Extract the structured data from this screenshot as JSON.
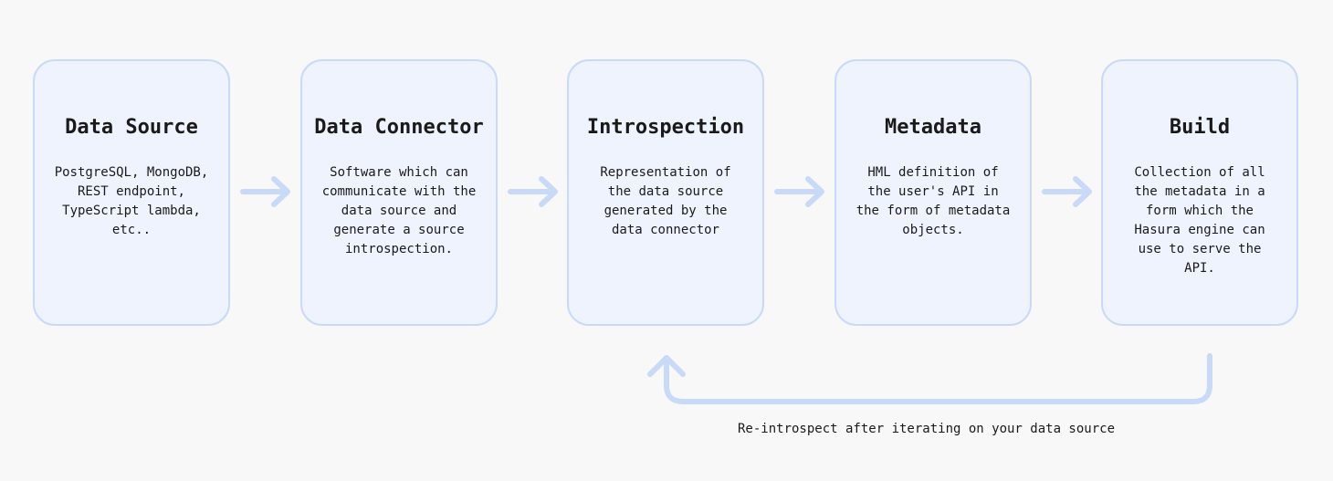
{
  "steps": [
    {
      "title": "Data Source",
      "description": "PostgreSQL, MongoDB,\nREST endpoint,\nTypeScript lambda,\netc.."
    },
    {
      "title": "Data Connector",
      "description": "Software which can\ncommunicate with the\ndata source and\ngenerate a source\nintrospection."
    },
    {
      "title": "Introspection",
      "description": "Representation of\nthe data source\ngenerated by the\ndata connector"
    },
    {
      "title": "Metadata",
      "description": "HML definition of\nthe user's API in\nthe form of metadata\nobjects."
    },
    {
      "title": "Build",
      "description": "Collection of all\nthe metadata in a\nform which the\nHasura engine can\nuse to serve the\nAPI."
    }
  ],
  "loop": {
    "label": "Re-introspect after iterating on your data source"
  },
  "colors": {
    "card_fill": "#eef3fd",
    "card_border": "#c9d9f8",
    "arrow": "#c9d9f8",
    "background": "#f8f8f8"
  }
}
